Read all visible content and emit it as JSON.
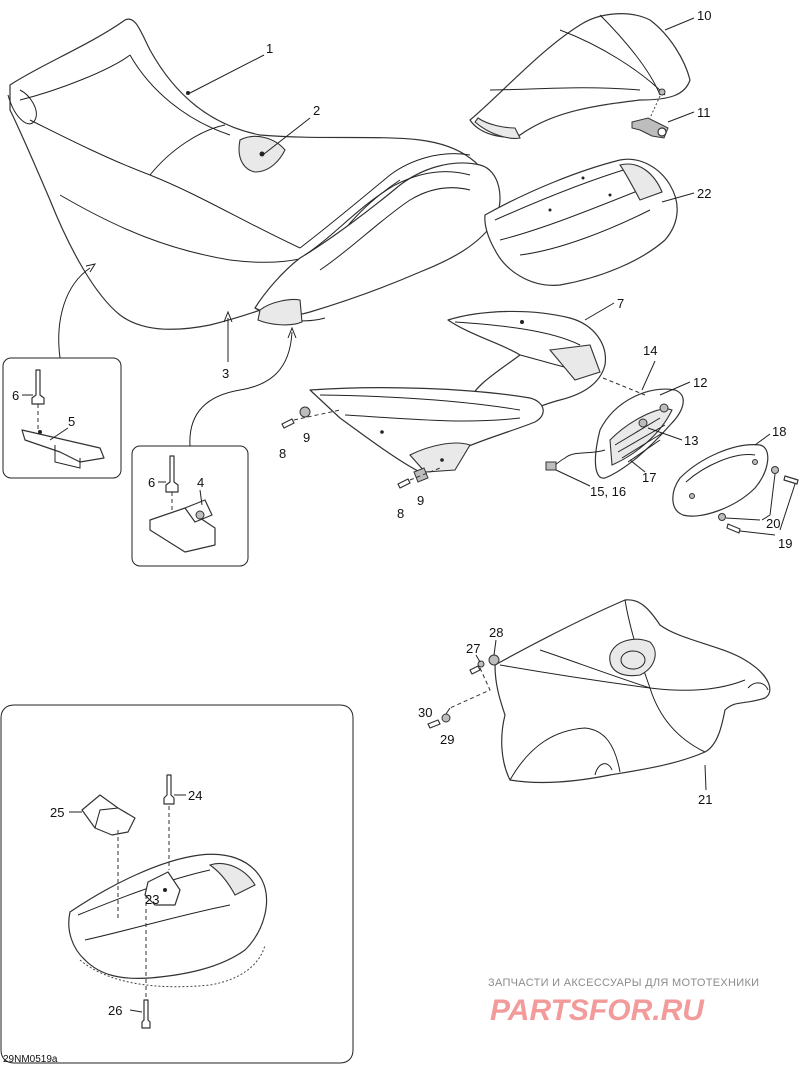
{
  "diagram": {
    "callouts": {
      "c1": "1",
      "c2": "2",
      "c3": "3",
      "c4": "4",
      "c5": "5",
      "c6a": "6",
      "c6b": "6",
      "c7": "7",
      "c8a": "8",
      "c8b": "8",
      "c9a": "9",
      "c9b": "9",
      "c10": "10",
      "c11": "11",
      "c12": "12",
      "c13": "13",
      "c14": "14",
      "c15_16": "15, 16",
      "c17": "17",
      "c18": "18",
      "c19": "19",
      "c20": "20",
      "c21": "21",
      "c22": "22",
      "c23": "23",
      "c24": "24",
      "c25": "25",
      "c26": "26",
      "c27": "27",
      "c28": "28",
      "c29": "29",
      "c30": "30"
    },
    "drawing_code": "29NM0519a"
  },
  "watermark": {
    "tagline": "ЗАПЧАСТИ И АКСЕССУАРЫ ДЛЯ МОТОТЕХНИКИ",
    "logo": "PARTSFOR.RU"
  }
}
